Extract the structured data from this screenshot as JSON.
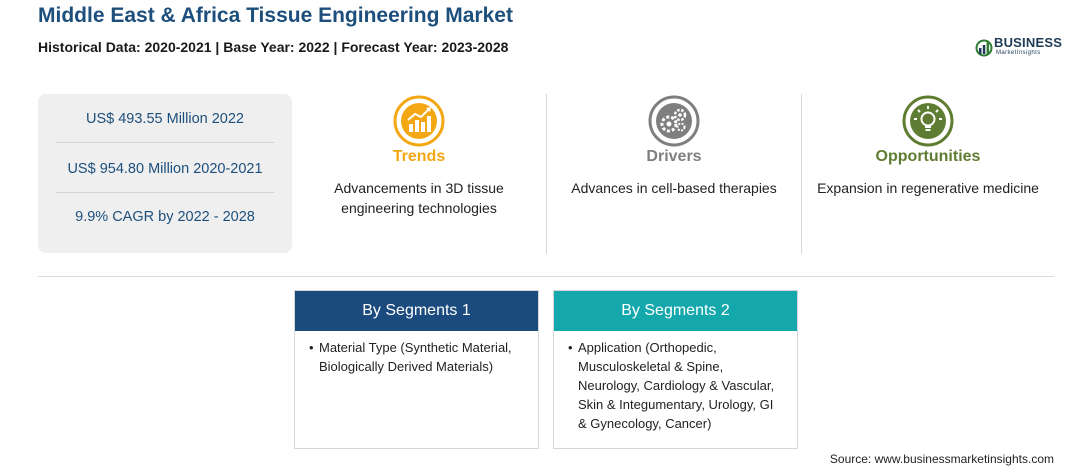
{
  "header": {
    "title": "Middle East & Africa Tissue Engineering Market",
    "subtitle": "Historical Data: 2020-2021 | Base Year: 2022 | Forecast Year: 2023-2028"
  },
  "logo": {
    "name": "BUSINESS",
    "sub": "MarketInsights",
    "icon": "globe-chart-icon"
  },
  "stats": [
    {
      "text": "US$ 493.55 Million 2022"
    },
    {
      "text": "US$ 954.80 Million 2020-2021"
    },
    {
      "text": "9.9% CAGR by 2022 - 2028"
    }
  ],
  "columns": [
    {
      "heading": "Trends",
      "text": "Advancements in 3D tissue engineering technologies",
      "icon": "trend-chart-icon",
      "color": "#f3a712"
    },
    {
      "heading": "Drivers",
      "text": "Advances in cell-based therapies",
      "icon": "gears-icon",
      "color": "#7f7f7f"
    },
    {
      "heading": "Opportunities",
      "text": "Expansion in regenerative medicine",
      "icon": "lightbulb-icon",
      "color": "#5f7d32"
    }
  ],
  "segments": [
    {
      "heading": "By Segments 1",
      "color": "#1b4a7e",
      "items": [
        "Material Type (Synthetic Material, Biologically Derived Materials)"
      ]
    },
    {
      "heading": "By Segments 2",
      "color": "#14a8ac",
      "items": [
        "Application (Orthopedic, Musculoskeletal & Spine, Neurology, Cardiology & Vascular, Skin & Integumentary, Urology, GI & Gynecology, Cancer)"
      ]
    }
  ],
  "source": "Source: www.businessmarketinsights.com"
}
